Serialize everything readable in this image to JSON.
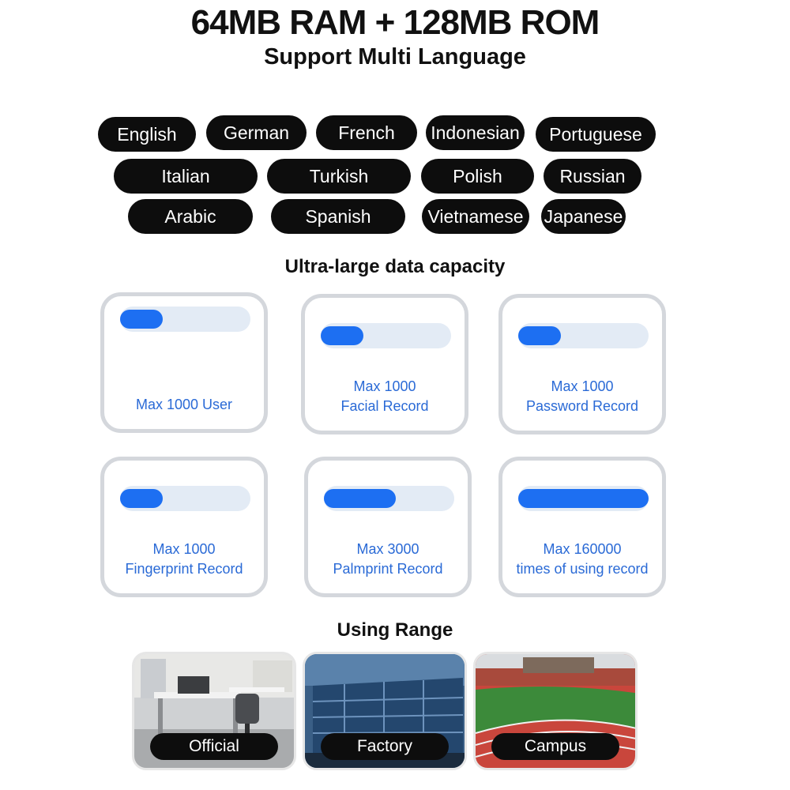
{
  "header": {
    "title": "64MB RAM + 128MB ROM",
    "subtitle": "Support Multi Language"
  },
  "languages": [
    "English",
    "German",
    "French",
    "Indonesian",
    "Portuguese",
    "Italian",
    "Turkish",
    "Polish",
    "Russian",
    "Arabic",
    "Spanish",
    "Vietnamese",
    "Japanese"
  ],
  "capacity": {
    "title": "Ultra-large data capacity",
    "items": [
      {
        "line1": "Max 1000 User",
        "line2": "",
        "level": 0.33
      },
      {
        "line1": "Max 1000",
        "line2": "Facial Record",
        "level": 0.33
      },
      {
        "line1": "Max 1000",
        "line2": "Password Record",
        "level": 0.33
      },
      {
        "line1": "Max 1000",
        "line2": "Fingerprint Record",
        "level": 0.33
      },
      {
        "line1": "Max 3000",
        "line2": "Palmprint Record",
        "level": 0.55
      },
      {
        "line1": "Max 160000",
        "line2": "times of using record",
        "level": 1.0
      }
    ]
  },
  "using_range": {
    "title": "Using Range",
    "items": [
      {
        "label": "Official",
        "icon": "office-photo"
      },
      {
        "label": "Factory",
        "icon": "factory-building-photo"
      },
      {
        "label": "Campus",
        "icon": "campus-track-photo"
      }
    ]
  },
  "colors": {
    "pill_bg": "#0d0d0d",
    "accent_blue": "#1d6ff2",
    "card_text_blue": "#2a6ad6",
    "track_bg": "#e3ebf5"
  }
}
